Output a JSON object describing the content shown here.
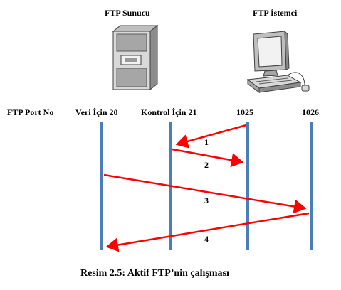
{
  "devices": {
    "server_label": "FTP Sunucu",
    "client_label": "FTP İstemci"
  },
  "ports": {
    "row_label": "FTP Port No",
    "data_port": "Veri İçin 20",
    "control_port": "Kontrol İçin 21",
    "client_port_1": "1025",
    "client_port_2": "1026"
  },
  "arrows": [
    {
      "label": "1",
      "from": "1025",
      "to": "Kontrol İçin 21"
    },
    {
      "label": "2",
      "from": "Kontrol İçin 21",
      "to": "1025"
    },
    {
      "label": "3",
      "from": "Veri İçin 20",
      "to": "1026"
    },
    {
      "label": "4",
      "from": "1026",
      "to": "Veri İçin 20"
    }
  ],
  "caption": "Resim 2.5: Aktif FTP’nin çalışması",
  "colors": {
    "lifeline": "#4a7ebb",
    "arrow": "#ff0000",
    "server_body": "#d9d9d9",
    "server_dark": "#595959"
  }
}
